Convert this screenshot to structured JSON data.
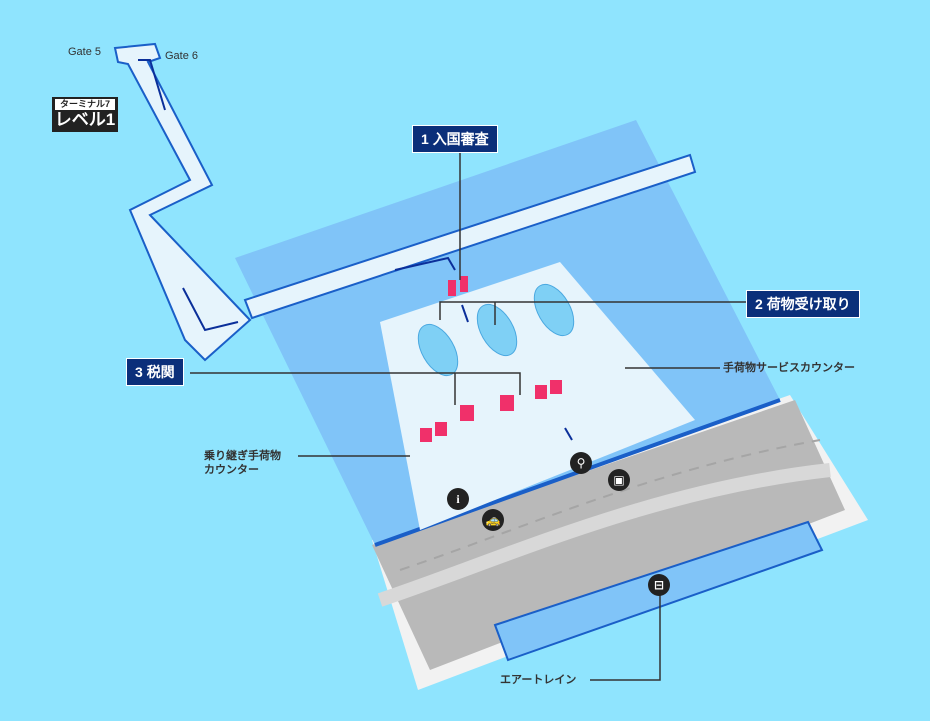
{
  "map": {
    "gates": [
      "Gate 5",
      "Gate 6"
    ],
    "terminal": {
      "name": "ターミナル7",
      "level": "レベル1"
    },
    "points": [
      {
        "number": "1",
        "label": "入国審査"
      },
      {
        "number": "2",
        "label": "荷物受け取り"
      },
      {
        "number": "3",
        "label": "税関"
      }
    ],
    "notes": {
      "carry_on_service": "手荷物サービスカウンター",
      "transfer_line1": "乗り継ぎ手荷物",
      "transfer_line2": "カウンター",
      "airtrain": "エアートレイン"
    },
    "icons": [
      "info-icon",
      "taxi-icon",
      "bus-icon",
      "baggage-service-icon",
      "train-icon"
    ],
    "colors": {
      "background": "#8fe4fe",
      "building": "#80c4f8",
      "edge": "#1a5fc8",
      "label": "#0b2f7a"
    }
  }
}
